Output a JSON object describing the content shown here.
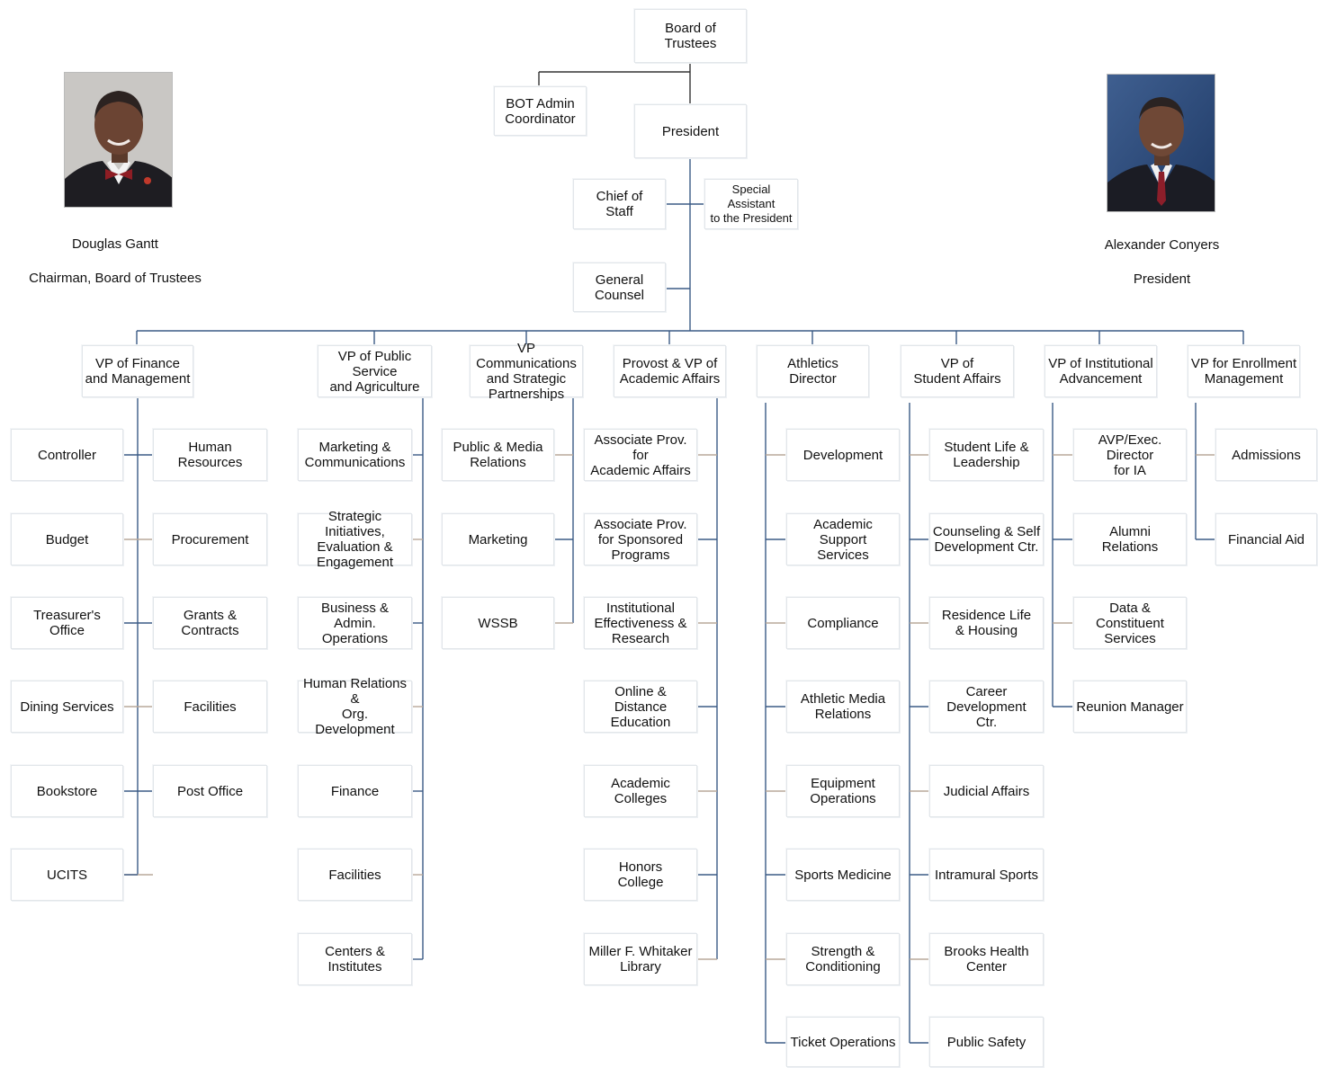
{
  "top": {
    "board": "Board of\nTrustees",
    "bot_admin": "BOT Admin\nCoordinator",
    "president": "President",
    "chief_of_staff": "Chief of\nStaff",
    "special_assistant": "Special Assistant\nto the President",
    "general_counsel": "General\nCounsel"
  },
  "people": {
    "left": {
      "name": "Douglas Gantt",
      "title": "Chairman, Board of Trustees"
    },
    "right": {
      "name": "Alexander Conyers",
      "title": "President"
    }
  },
  "divisions": [
    {
      "head": "VP of Finance\nand Management",
      "units": [
        "Controller",
        "Human\nResources",
        "Budget",
        "Procurement",
        "Treasurer's\nOffice",
        "Grants &\nContracts",
        "Dining Services",
        "Facilities",
        "Bookstore",
        "Post Office",
        "UCITS"
      ]
    },
    {
      "head": "VP of Public Service\nand Agriculture",
      "units": [
        "Marketing &\nCommunications",
        "Strategic Initiatives,\nEvaluation &\nEngagement",
        "Business &\nAdmin. Operations",
        "Human Relations &\nOrg. Development",
        "Finance",
        "Facilities",
        "Centers &\nInstitutes"
      ]
    },
    {
      "head": "VP Communications\nand Strategic\nPartnerships",
      "units": [
        "Public & Media\nRelations",
        "Marketing",
        "WSSB"
      ]
    },
    {
      "head": "Provost & VP of\nAcademic Affairs",
      "units": [
        "Associate Prov. for\nAcademic Affairs",
        "Associate Prov.\nfor Sponsored\nPrograms",
        "Institutional\nEffectiveness &\nResearch",
        "Online & Distance\nEducation",
        "Academic\nColleges",
        "Honors\nCollege",
        "Miller F. Whitaker\nLibrary"
      ]
    },
    {
      "head": "Athletics\nDirector",
      "units": [
        "Development",
        "Academic Support\nServices",
        "Compliance",
        "Athletic Media\nRelations",
        "Equipment\nOperations",
        "Sports Medicine",
        "Strength &\nConditioning",
        "Ticket Operations"
      ]
    },
    {
      "head": "VP of\nStudent Affairs",
      "units": [
        "Student Life &\nLeadership",
        "Counseling & Self\nDevelopment Ctr.",
        "Residence Life\n& Housing",
        "Career Development\nCtr.",
        "Judicial Affairs",
        "Intramural Sports",
        "Brooks Health\nCenter",
        "Public Safety"
      ]
    },
    {
      "head": "VP of Institutional\nAdvancement",
      "units": [
        "AVP/Exec. Director\nfor IA",
        "Alumni\nRelations",
        "Data & Constituent\nServices",
        "Reunion Manager"
      ]
    },
    {
      "head": "VP  for Enrollment\nManagement",
      "units": [
        "Admissions",
        "Financial Aid"
      ]
    }
  ],
  "colors": {
    "line": "#3b5b86",
    "branch": "#b9a89a",
    "box_border": "#e2e6ea"
  }
}
